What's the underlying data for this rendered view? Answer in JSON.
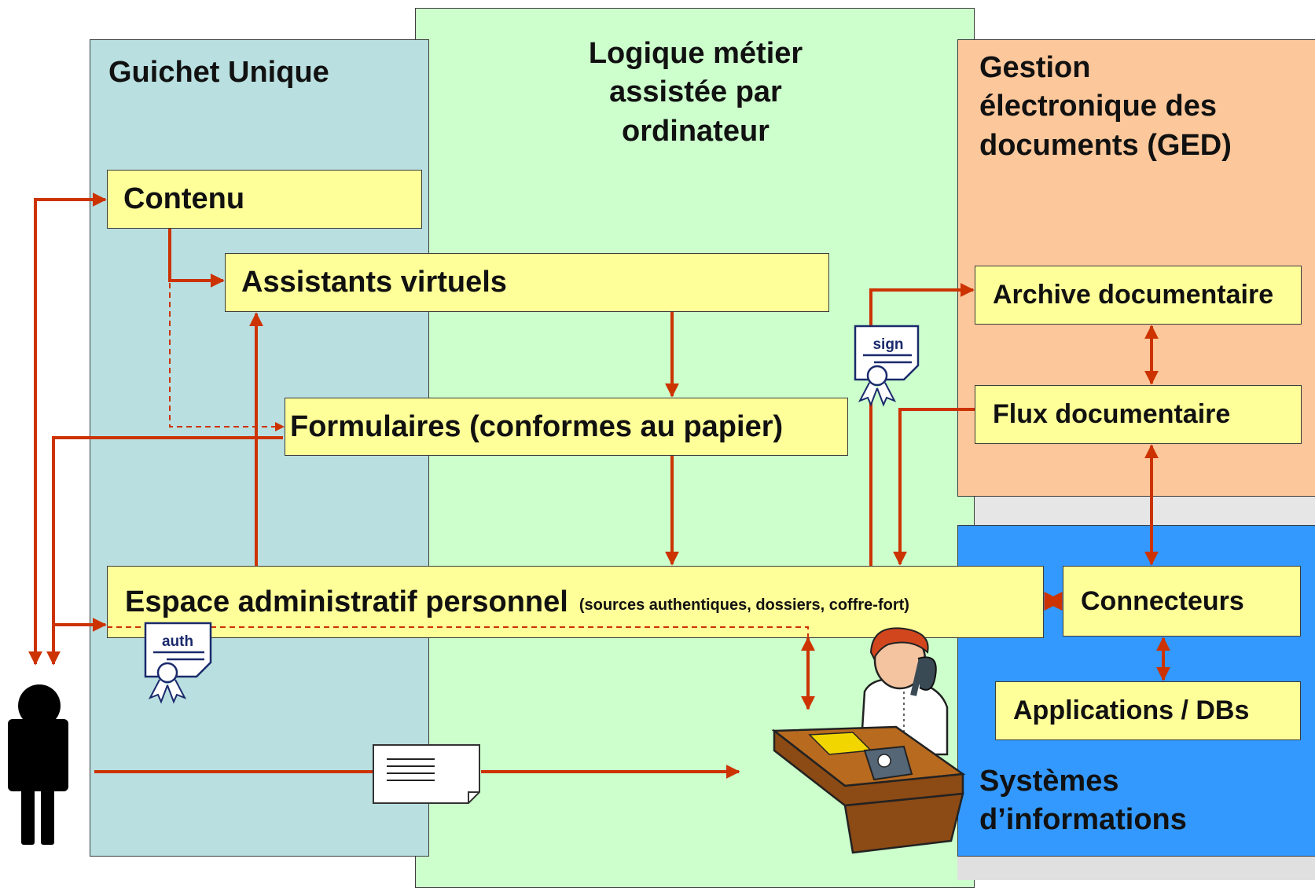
{
  "zones": {
    "guichet": {
      "title": "Guichet Unique"
    },
    "logique": {
      "title_lines": [
        "Logique métier",
        "assistée par",
        "ordinateur"
      ]
    },
    "ged": {
      "title_lines": [
        "Gestion",
        "électronique des",
        "documents (GED)"
      ]
    },
    "si": {
      "title_lines": [
        "Systèmes",
        "d’informations"
      ]
    }
  },
  "boxes": {
    "contenu": "Contenu",
    "assistants": "Assistants virtuels",
    "formulaires": "Formulaires (conformes au papier)",
    "espace": "Espace administratif personnel",
    "espace_detail": "(sources authentiques, dossiers, coffre-fort)",
    "archive": "Archive documentaire",
    "flux": "Flux documentaire",
    "connecteurs": "Connecteurs",
    "applications": "Applications / DBs"
  },
  "certificates": {
    "sign": "sign",
    "auth": "auth"
  },
  "icons": [
    "person-icon",
    "certificate-icon",
    "document-icon",
    "clerk-at-desk-icon"
  ],
  "colors": {
    "guichet": "#b9dfe0",
    "logique": "#ccffcc",
    "ged": "#fcc79a",
    "si": "#3399ff",
    "box": "#ffff99",
    "arrow": "#cc3300"
  }
}
